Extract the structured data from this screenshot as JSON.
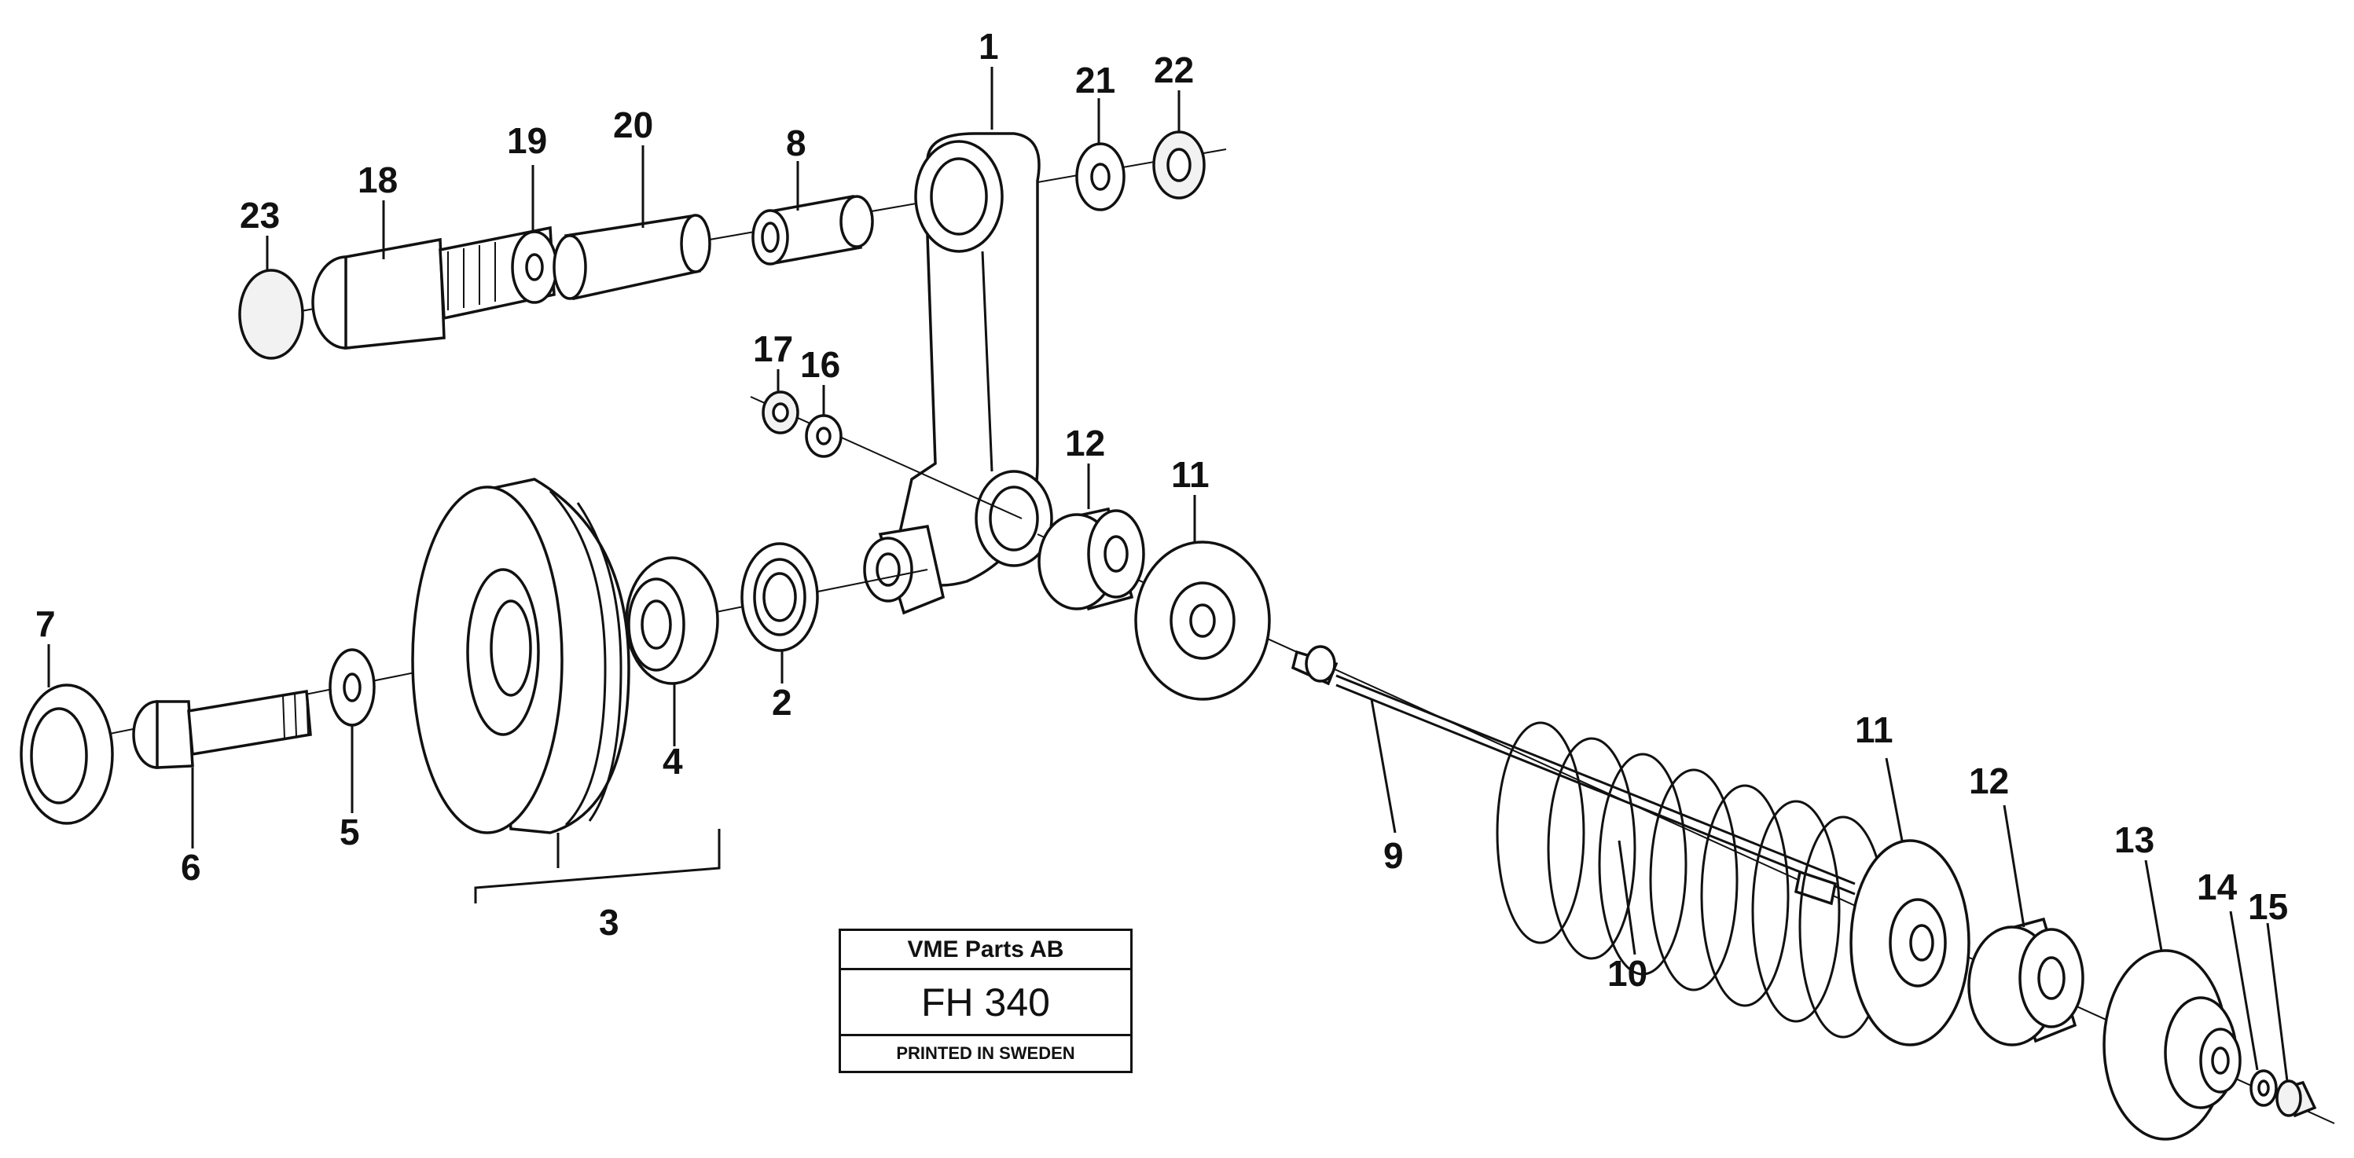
{
  "title_block": {
    "company": "VME Parts AB",
    "model": "FH 340",
    "printed": "PRINTED IN SWEDEN"
  },
  "callouts": [
    {
      "id": "c1",
      "label": "1"
    },
    {
      "id": "c2",
      "label": "2"
    },
    {
      "id": "c3",
      "label": "3"
    },
    {
      "id": "c4",
      "label": "4"
    },
    {
      "id": "c5",
      "label": "5"
    },
    {
      "id": "c6",
      "label": "6"
    },
    {
      "id": "c7",
      "label": "7"
    },
    {
      "id": "c8",
      "label": "8"
    },
    {
      "id": "c9",
      "label": "9"
    },
    {
      "id": "c10",
      "label": "10"
    },
    {
      "id": "c11a",
      "label": "11"
    },
    {
      "id": "c11b",
      "label": "11"
    },
    {
      "id": "c12a",
      "label": "12"
    },
    {
      "id": "c12b",
      "label": "12"
    },
    {
      "id": "c13",
      "label": "13"
    },
    {
      "id": "c14",
      "label": "14"
    },
    {
      "id": "c15",
      "label": "15"
    },
    {
      "id": "c16",
      "label": "16"
    },
    {
      "id": "c17",
      "label": "17"
    },
    {
      "id": "c18",
      "label": "18"
    },
    {
      "id": "c19",
      "label": "19"
    },
    {
      "id": "c20",
      "label": "20"
    },
    {
      "id": "c21",
      "label": "21"
    },
    {
      "id": "c22",
      "label": "22"
    },
    {
      "id": "c23",
      "label": "23"
    }
  ]
}
